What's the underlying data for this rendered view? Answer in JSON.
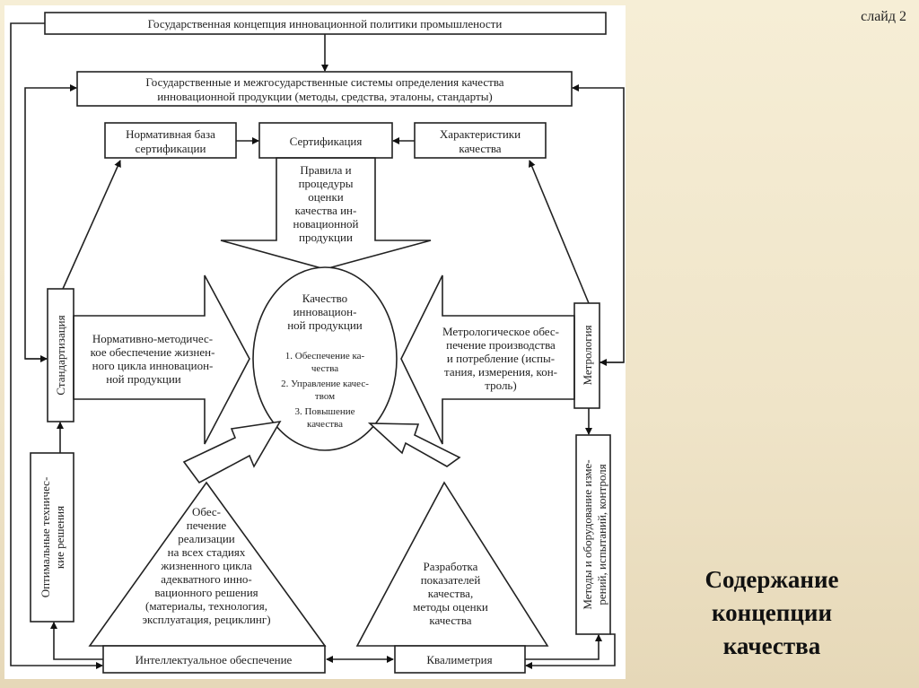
{
  "slide": {
    "number_label": "слайд 2",
    "title_lines": [
      "Содержание",
      "концепции",
      "качества"
    ]
  },
  "diagram": {
    "top_box": "Государственная концепция инновационной политики промышлености",
    "systems_box": [
      "Государственные и межгосударственные системы определения качества",
      "инновационной продукции (методы, средства, эталоны, стандарты)"
    ],
    "norm_base": [
      "Нормативная база",
      "сертификации"
    ],
    "certification": "Сертификация",
    "quality_chars": [
      "Характеристики",
      "качества"
    ],
    "rules_arrow": [
      "Правила и",
      "процедуры",
      "оценки",
      "качества ин-",
      "новационной",
      "продукции"
    ],
    "center": [
      "Качество",
      "инновацион-",
      "ной продукции"
    ],
    "center_list": [
      "1. Обеспечение ка-",
      "чества",
      "2. Управление качес-",
      "твом",
      "3. Повышение",
      "качества"
    ],
    "standardization": "Стандартизация",
    "norm_method_arrow": [
      "Нормативно-методичес-",
      "кое обеспечение жизнен-",
      "ного цикла инновацион-",
      "ной продукции"
    ],
    "metrology": "Метрология",
    "metro_arrow": [
      "Метрологическое обес-",
      "печение производства",
      "и потребление (испы-",
      "тания, измерения, кон-",
      "троль)"
    ],
    "optimal": [
      "Оптимальные техничес-",
      "кие решения"
    ],
    "methods": [
      "Методы и оборудование изме-",
      "рений, испытаний, контроля"
    ],
    "left_triangle": [
      "Обес-",
      "печение",
      "реализации",
      "на всех стадиях",
      "жизненного цикла",
      "адекватного инно-",
      "вационного решения",
      "(материалы, технология,",
      "эксплуатация, рециклинг)"
    ],
    "right_triangle": [
      "Разработка",
      "показателей",
      "качества,",
      "методы оценки",
      "качества"
    ],
    "intellectual": "Интеллектуальное обеспечение",
    "qualimetry": "Квалиметрия"
  }
}
